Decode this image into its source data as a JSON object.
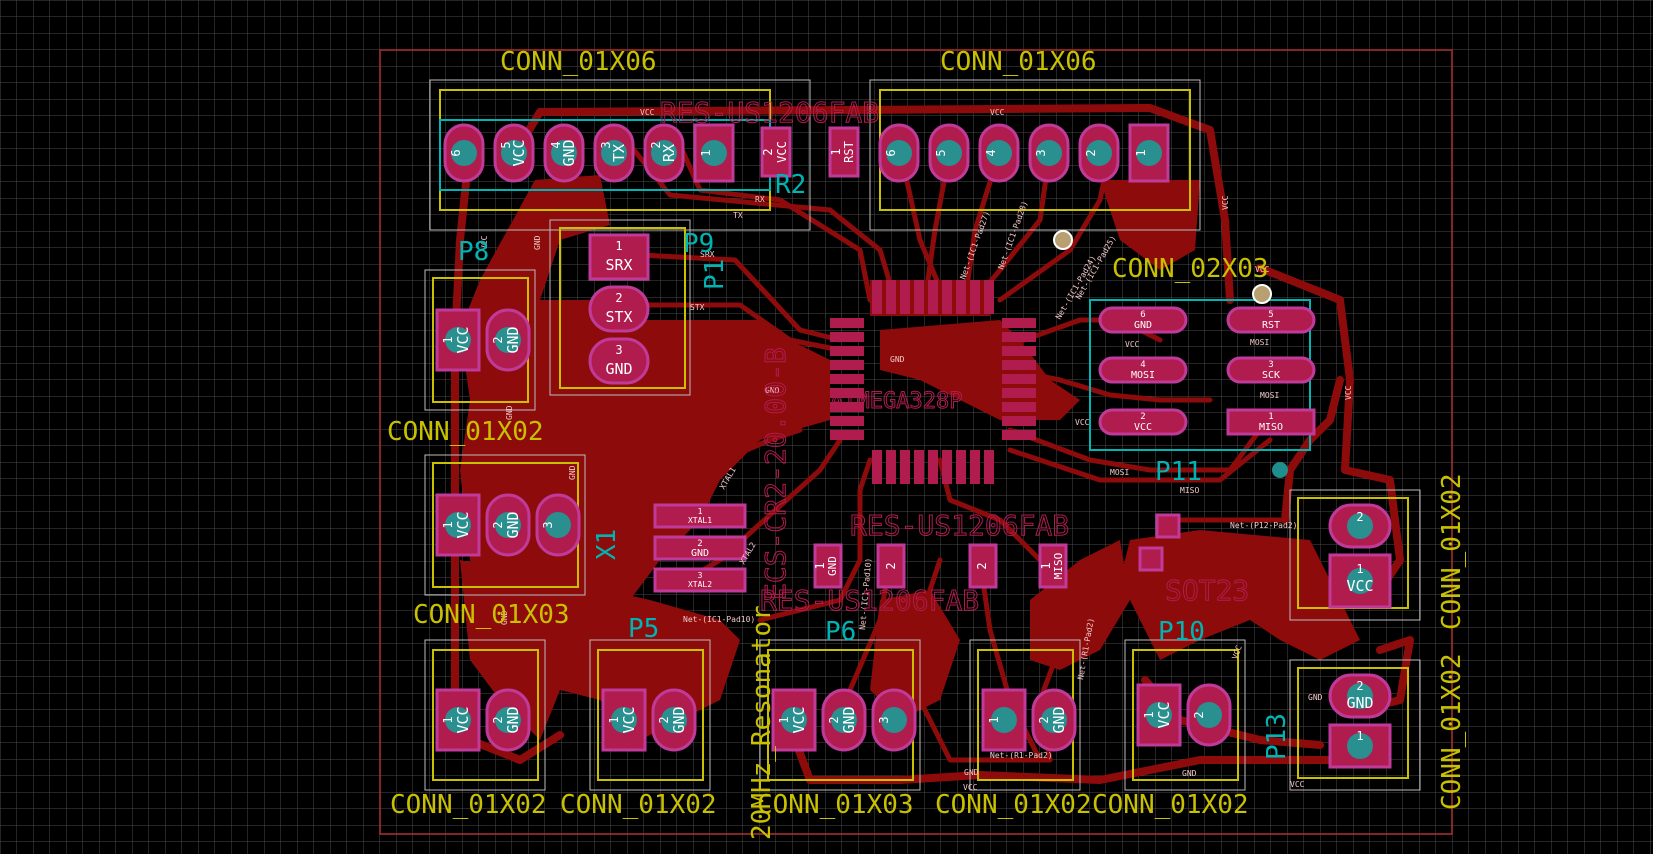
{
  "title": "",
  "colors": {
    "background": "#000000",
    "grid": "#4a4a4a",
    "copper": "#8e0b0b",
    "pad": "#b01c4e",
    "silkscreen": "#00b4b4",
    "reference": "#c8c000",
    "edge": "#b03030"
  },
  "labels": {
    "conn_top_left": "CONN_01X06",
    "conn_top_right": "CONN_01X06",
    "conn_02x03": "CONN_02X03",
    "conn_01x02_a": "CONN_01X02",
    "conn_01x03_a": "CONN_01X03",
    "conn_01x02_b": "CONN_01X02",
    "conn_01x02_c": "CONN_01X02",
    "conn_01x03_b": "CONN_01X03",
    "conn_01x02_d": "CONN_01X02",
    "conn_01x02_e": "CONN_01X02",
    "conn_right_1": "CONN_01X02",
    "conn_right_2": "CONN_01X02",
    "r2": "R2",
    "p8": "P8",
    "p9": "P9",
    "p1": "P1",
    "p5": "P5",
    "p6": "P6",
    "p10": "P10",
    "p11": "P11",
    "x1": "X1",
    "p13": "P13",
    "res_top": "RES-US1206FAB",
    "res_mid": "RES-US1206FAB",
    "res_bot": "RES-US1206FAB",
    "crystal": "ECS-CR2-20.00-B",
    "crystal_2": "20MHz_Resonator",
    "ic": "ATMEGA328P",
    "sot": "SOT23"
  },
  "pins": {
    "header_left": [
      "6",
      "5",
      "4",
      "3",
      "2",
      "1"
    ],
    "header_left_names": [
      "",
      "VCC",
      "GND",
      "TX",
      "RX",
      ""
    ],
    "header_right": [
      "6",
      "5",
      "4",
      "3",
      "2",
      "1"
    ],
    "r2_pins": [
      "2",
      "1"
    ],
    "r2_names": [
      "VCC",
      "RST"
    ],
    "p9_pins": [
      "1",
      "2",
      "3"
    ],
    "p9_names": [
      "SRX",
      "STX",
      "GND"
    ],
    "isp": [
      {
        "num": "6",
        "name": "GND"
      },
      {
        "num": "5",
        "name": "RST"
      },
      {
        "num": "4",
        "name": "MOSI"
      },
      {
        "num": "3",
        "name": "SCK"
      },
      {
        "num": "2",
        "name": "VCC"
      },
      {
        "num": "1",
        "name": "MISO"
      }
    ],
    "x1": [
      {
        "num": "1",
        "name": "XTAL1"
      },
      {
        "num": "2",
        "name": "GND"
      },
      {
        "num": "3",
        "name": "XTAL2"
      }
    ],
    "res_mid_a": {
      "num": "1",
      "name": "GND"
    },
    "res_mid_b": {
      "num": "2",
      "name": ""
    },
    "res_mid_c": {
      "num": "2",
      "name": ""
    },
    "res_mid_d": {
      "num": "1",
      "name": "MISO"
    },
    "vcc": "VCC",
    "gnd": "GND",
    "one": "1",
    "two": "2",
    "three": "3"
  },
  "nets": {
    "vcc": "VCC",
    "gnd": "GND",
    "rx": "RX",
    "tx": "TX",
    "srx": "SRX",
    "stx": "STX",
    "mosi": "MOSI",
    "miso": "MISO",
    "xtal1": "XTAL1",
    "xtal2": "XTAL2",
    "rst": "RST",
    "pad10": "Net-(IC1-Pad10)",
    "p12": "Net-(P12-Pad2)",
    "r1pad2": "Net-(R1-Pad2)",
    "ic_pad27": "Net-(IC1-Pad27)",
    "ic_pad28": "Net-(IC1-Pad28)",
    "ic_pad24": "Net-(IC1-Pad24)",
    "ic_pad25": "Net-(IC1-Pad25)"
  }
}
